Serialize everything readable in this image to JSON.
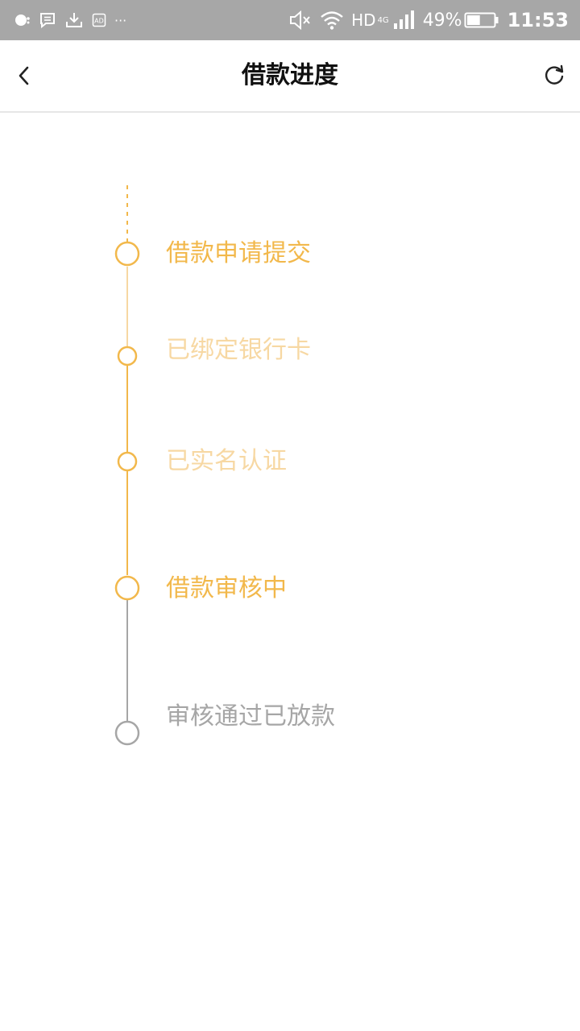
{
  "status_bar": {
    "left_icons": [
      "notification-bubble-icon",
      "message-icon",
      "download-icon",
      "ad-icon",
      "more-dots-icon"
    ],
    "more": "···",
    "hd": "HD",
    "network": "4G",
    "battery_percent": "49%",
    "battery_level": 0.49,
    "time": "11:53",
    "right_icons": [
      "mute-icon",
      "wifi-icon",
      "signal-icon",
      "battery-icon"
    ]
  },
  "header": {
    "title": "借款进度",
    "back_icon": "chevron-left-icon",
    "refresh_icon": "refresh-icon"
  },
  "progress_steps": [
    {
      "label": "借款申请提交",
      "state": "active"
    },
    {
      "label": "已绑定银行卡",
      "state": "faded"
    },
    {
      "label": "已实名认证",
      "state": "faded"
    },
    {
      "label": "借款审核中",
      "state": "active"
    },
    {
      "label": "审核通过已放款",
      "state": "pending"
    }
  ],
  "colors": {
    "active": "#f2b84b",
    "faded": "#f7d8a3",
    "pending": "#a6a6a6",
    "status_bar": "#a7a7a7"
  }
}
